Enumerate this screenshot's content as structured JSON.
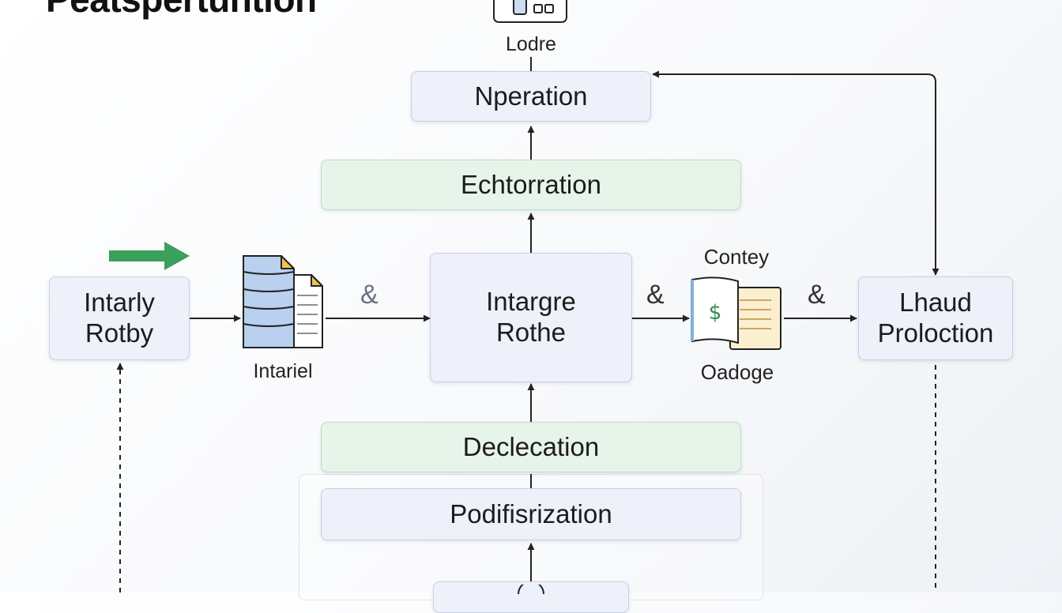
{
  "title": "Peatspertuntion",
  "nodes": {
    "lodre": "Lodre",
    "nperation": "Nperation",
    "echtorration": "Echtorration",
    "intarly": [
      "Intarly",
      "Rotby"
    ],
    "intariel": "Intariel",
    "intargre": [
      "Intargre",
      "Rothe"
    ],
    "contey": "Contey",
    "oadoge": "Oadoge",
    "lhaud": [
      "Lhaud",
      "Proloction"
    ],
    "declecation": "Declecation",
    "podifisrization": "Podifisrization"
  },
  "connectors": {
    "amp_left": "&",
    "amp_mid": "&",
    "amp_right": "&"
  },
  "icons": {
    "currency_symbol": "$",
    "top_device": "device-icon",
    "database": "database-document-icon",
    "money_doc": "currency-document-icon",
    "green_arrow": "green-arrow-icon"
  },
  "colors": {
    "lavender_box": "#eef0fa",
    "green_box": "#e6f4ea",
    "green_arrow": "#3aa05a",
    "line": "#222222"
  }
}
